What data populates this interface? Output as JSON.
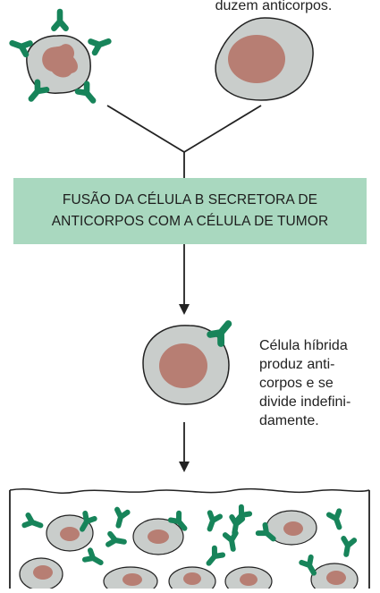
{
  "top_caption": "duzem anticorpos.",
  "fusion": {
    "line1": "FUSÃO DA CÉLULA B SECRETORA DE",
    "line2": "ANTICORPOS COM A CÉLULA DE TUMOR"
  },
  "hybrid_caption": {
    "lines": [
      "Célula híbrida",
      "produz anti-",
      "corpos e se",
      "divide indefini-",
      "damente."
    ]
  },
  "colors": {
    "antibody": "#17845a",
    "cell_fill": "#c9cdcb",
    "cell_stroke": "#222222",
    "nucleus": "#b77e73",
    "fusion_box": "#a9d8bf"
  }
}
